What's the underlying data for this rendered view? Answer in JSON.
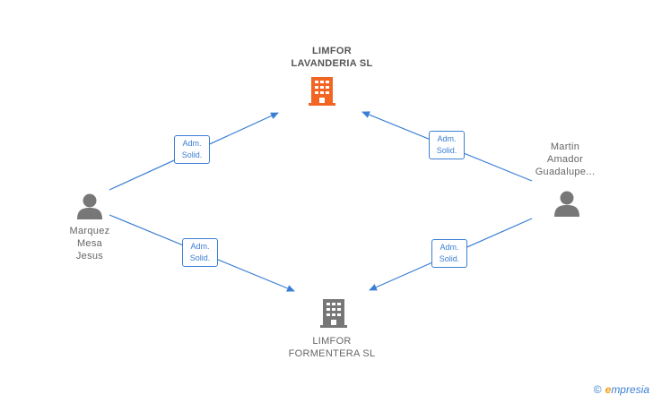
{
  "nodes": {
    "limfor_lavanderia": {
      "lines": [
        "LIMFOR",
        "LAVANDERIA SL"
      ],
      "icon": "building-icon",
      "color": "#f26522"
    },
    "limfor_formentera": {
      "lines": [
        "LIMFOR",
        "FORMENTERA SL"
      ],
      "icon": "building-icon",
      "color": "#777777"
    },
    "marquez": {
      "lines": [
        "Marquez",
        "Mesa",
        "Jesus"
      ],
      "icon": "person-icon",
      "color": "#777777"
    },
    "martin": {
      "lines": [
        "Martin",
        "Amador",
        "Guadalupe..."
      ],
      "icon": "person-icon",
      "color": "#777777"
    }
  },
  "edges": [
    {
      "label": [
        "Adm.",
        "Solid."
      ]
    },
    {
      "label": [
        "Adm.",
        "Solid."
      ]
    },
    {
      "label": [
        "Adm.",
        "Solid."
      ]
    },
    {
      "label": [
        "Adm.",
        "Solid."
      ]
    }
  ],
  "accent_color": "#3b7fd4",
  "watermark": {
    "copyright": "©",
    "brand_initial": "e",
    "brand_rest": "mpresia"
  }
}
